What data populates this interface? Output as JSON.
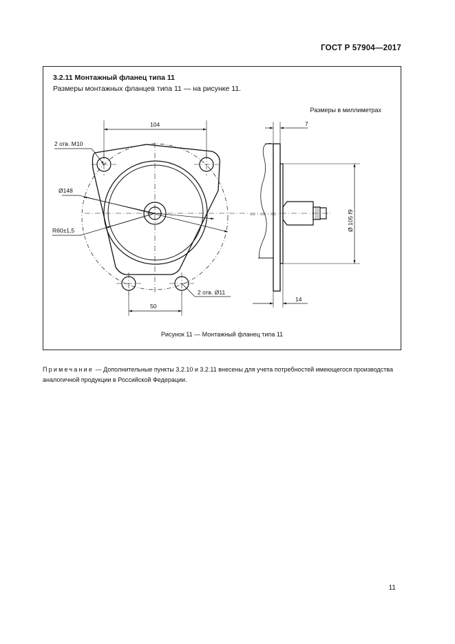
{
  "header": {
    "standard": "ГОСТ Р 57904—2017"
  },
  "section": {
    "heading": "3.2.11 Монтажный фланец типа 11",
    "text": "Размеры монтажных фланцев типа 11 — на рисунке 11."
  },
  "figure": {
    "units_note": "Размеры в миллиметрах",
    "dim_104": "104",
    "dim_holes_m10": "2 отв. М10",
    "dim_d148": "Ø148",
    "dim_r60": "R60±1,5",
    "dim_holes_11": "2 отв. Ø11",
    "dim_50": "50",
    "dim_7": "7",
    "dim_14": "14",
    "dim_d105": "Ø 105 f9",
    "caption": "Рисунок 11 — Монтажный фланец типа 11"
  },
  "note": {
    "label": "Примечание",
    "text": " — Дополнительные пункты 3.2.10 и 3.2.11 внесены для учета потребностей имеющегося производства аналогичной продукции в Российской Федерации."
  },
  "footer": {
    "page_number": "11"
  }
}
